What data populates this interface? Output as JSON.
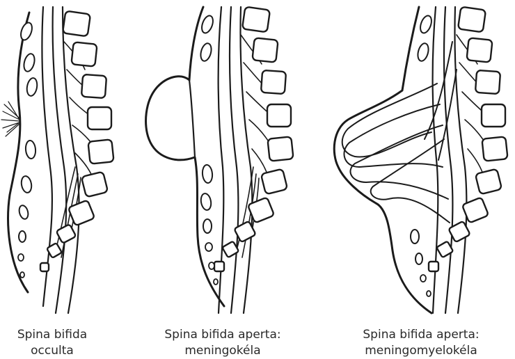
{
  "captions": {
    "occulta": {
      "line1": "Spina bifida",
      "line2": "occulta"
    },
    "meningokela": {
      "line1": "Spina bifida aperta:",
      "line2": "meningokéla"
    },
    "meningomyelokela": {
      "line1": "Spina bifida aperta:",
      "line2": "meningomyelokéla"
    }
  },
  "colors": {
    "ink": "#1b1b1b",
    "caption": "#2a2a2a",
    "background": "#ffffff"
  }
}
